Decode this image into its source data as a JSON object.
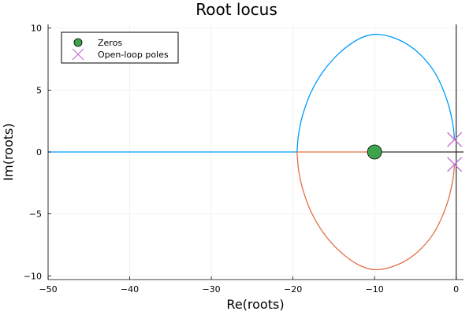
{
  "chart_data": {
    "type": "line",
    "title": "Root locus",
    "xlabel": "Re(roots)",
    "ylabel": "Im(roots)",
    "xlim": [
      -50,
      0.9
    ],
    "ylim": [
      -10.3,
      10.3
    ],
    "xticks": [
      -50,
      -40,
      -30,
      -20,
      -10,
      0
    ],
    "xtick_labels": [
      "−50",
      "−40",
      "−30",
      "−20",
      "−10",
      "0"
    ],
    "yticks": [
      -10,
      -5,
      0,
      5,
      10
    ],
    "ytick_labels": [
      "−10",
      "−5",
      "0",
      "5",
      "10"
    ],
    "grid": true,
    "legend": "top-left",
    "colors": {
      "upper_branch": "#009AFA",
      "lower_branch": "#E26F46",
      "real_axis_branch": "#009AFA",
      "zeros": "#3DA44D",
      "poles": "#C271D2",
      "zero_axis": "#000000",
      "grid": "#ebebeb"
    },
    "series": [
      {
        "type": "line",
        "points": [
          [
            -50,
            0
          ],
          [
            -19.5,
            0
          ]
        ]
      },
      {
        "type": "line",
        "points": [
          [
            -19.5,
            0
          ],
          [
            -19.3,
            1.5
          ],
          [
            -18.8,
            3.0
          ],
          [
            -17.8,
            4.8
          ],
          [
            -16.3,
            6.5
          ],
          [
            -14.3,
            8.0
          ],
          [
            -12.0,
            9.1
          ],
          [
            -10.0,
            9.5
          ],
          [
            -8.0,
            9.3
          ],
          [
            -6.0,
            8.7
          ],
          [
            -4.3,
            7.8
          ],
          [
            -2.8,
            6.6
          ],
          [
            -1.7,
            5.2
          ],
          [
            -0.9,
            3.7
          ],
          [
            -0.4,
            2.2
          ],
          [
            -0.2,
            1.0
          ]
        ]
      },
      {
        "type": "line",
        "points": [
          [
            -19.5,
            0
          ],
          [
            -19.3,
            -1.5
          ],
          [
            -18.8,
            -3.0
          ],
          [
            -17.8,
            -4.8
          ],
          [
            -16.3,
            -6.5
          ],
          [
            -14.3,
            -8.0
          ],
          [
            -12.0,
            -9.1
          ],
          [
            -10.0,
            -9.5
          ],
          [
            -8.0,
            -9.3
          ],
          [
            -6.0,
            -8.7
          ],
          [
            -4.3,
            -7.8
          ],
          [
            -2.8,
            -6.6
          ],
          [
            -1.7,
            -5.2
          ],
          [
            -0.9,
            -3.7
          ],
          [
            -0.4,
            -2.2
          ],
          [
            -0.2,
            -1.0
          ]
        ]
      },
      {
        "type": "line",
        "points": [
          [
            -19.5,
            0
          ],
          [
            -10,
            0
          ]
        ]
      },
      {
        "name": "Zeros",
        "type": "scatter",
        "marker": "circle",
        "points": [
          [
            -10,
            0
          ]
        ]
      },
      {
        "name": "Open-loop poles",
        "type": "scatter",
        "marker": "x",
        "points": [
          [
            -0.2,
            1.0
          ],
          [
            -0.2,
            -1.0
          ]
        ]
      }
    ]
  }
}
